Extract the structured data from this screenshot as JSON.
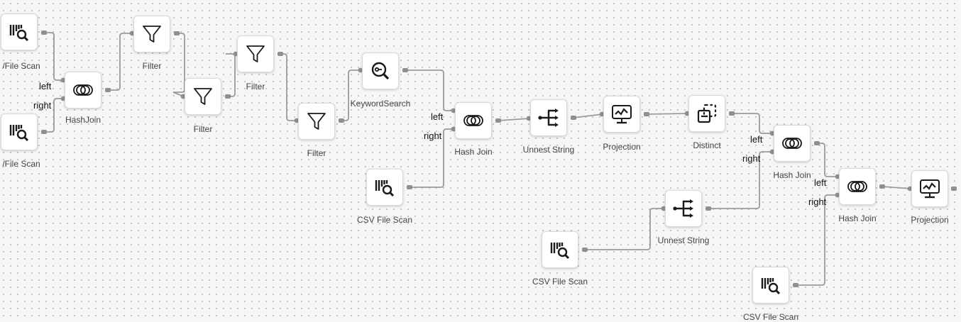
{
  "nodes": [
    {
      "id": "scan1",
      "label": "/File Scan",
      "icon": "csv-scan-icon"
    },
    {
      "id": "scan2",
      "label": "/File Scan",
      "icon": "csv-scan-icon"
    },
    {
      "id": "join1",
      "label": "HashJoin",
      "icon": "hash-join-icon"
    },
    {
      "id": "filter1",
      "label": "Filter",
      "icon": "filter-icon"
    },
    {
      "id": "filter2",
      "label": "Filter",
      "icon": "filter-icon"
    },
    {
      "id": "filter3",
      "label": "Filter",
      "icon": "filter-icon"
    },
    {
      "id": "filter4",
      "label": "Filter",
      "icon": "filter-icon"
    },
    {
      "id": "keyword",
      "label": "KeywordSearch",
      "icon": "keyword-search-icon"
    },
    {
      "id": "join2",
      "label": "Hash Join",
      "icon": "hash-join-icon"
    },
    {
      "id": "scan3",
      "label": "CSV File Scan",
      "icon": "csv-scan-icon"
    },
    {
      "id": "unnest1",
      "label": "Unnest String",
      "icon": "unnest-string-icon"
    },
    {
      "id": "proj1",
      "label": "Projection",
      "icon": "projection-icon"
    },
    {
      "id": "distinct",
      "label": "Distinct",
      "icon": "distinct-icon"
    },
    {
      "id": "unnest2",
      "label": "Unnest String",
      "icon": "unnest-string-icon"
    },
    {
      "id": "scan4",
      "label": "CSV File Scan",
      "icon": "csv-scan-icon"
    },
    {
      "id": "join3",
      "label": "Hash Join",
      "icon": "hash-join-icon"
    },
    {
      "id": "join4",
      "label": "Hash Join",
      "icon": "hash-join-icon"
    },
    {
      "id": "scan5",
      "label": "CSV File Scan",
      "icon": "csv-scan-icon"
    },
    {
      "id": "proj2",
      "label": "Projection",
      "icon": "projection-icon"
    }
  ],
  "port_labels": {
    "left": "left",
    "right": "right"
  },
  "colors": {
    "node_bg": "#ffffff",
    "link": "#9a9a9a",
    "port": "#8f8f8f",
    "icon": "#1a1a1a",
    "canvas_dot": "#bdbdbd"
  }
}
